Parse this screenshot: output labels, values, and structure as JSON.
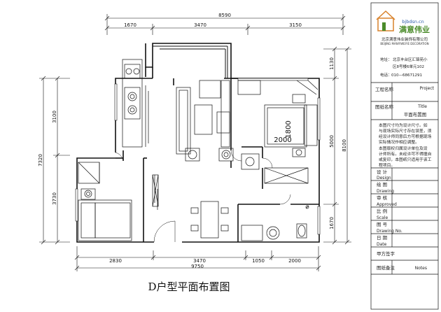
{
  "drawing": {
    "caption": "D户型平面布置图",
    "dimensions": {
      "top_total": "8590",
      "top_segments": [
        "1670",
        "3470",
        "3150"
      ],
      "bottom_total": "9750",
      "bottom_segments": [
        "2830",
        "3470",
        "1050",
        "2000"
      ],
      "left_total": "7320",
      "left_segments": [
        "3100",
        "3730"
      ],
      "right_total": "8100",
      "right_segments": [
        "1130",
        "5000",
        "1670"
      ]
    },
    "bed_labels": {
      "length": "1800",
      "width": "2000"
    }
  },
  "title_block": {
    "logo": {
      "name": "满意伟业",
      "url": "bjbdsn.cn",
      "company": "北京满意伟业装饰有限公司",
      "company_en": "BEIJING MANYIWEIYE DECORATION"
    },
    "address_label": "地址：",
    "address_line1": "北京丰台区汇锦苑小",
    "address_line2": "区8号楼6单元102",
    "phone_label": "电话：",
    "phone": "010—68671291",
    "project_cn": "工程名称",
    "project_en": "Project",
    "title_cn": "图纸名称",
    "title_en": "Title",
    "title_value": "平面布置图",
    "notes": [
      "本图尺寸均为设计尺寸。如",
      "与现场实际尺寸存在误差，须",
      "经设计师同意后方可根据现场",
      "实际情况作相应调整。",
      "本图版权归属设计单位及设",
      "计师所有。未经许可不得擅自",
      "或复印，本图纸只适用于该工",
      "程项目。"
    ],
    "rows": [
      {
        "cn": "设  计",
        "en": "Design"
      },
      {
        "cn": "绘    图",
        "en": "Drawing"
      },
      {
        "cn": "审    核",
        "en": "Approved"
      },
      {
        "cn": "比    例",
        "en": "Scale"
      },
      {
        "cn": "图    号",
        "en": "Drawing No."
      },
      {
        "cn": "日    期",
        "en": "Date"
      }
    ],
    "client_sign": "甲方签字",
    "remarks_cn": "图纸备注",
    "remarks_en": "Notes"
  },
  "colors": {
    "line": "#111111",
    "logo_green": "#4a8b2a",
    "logo_orange": "#d9822b",
    "logo_blue": "#2a5ba8"
  }
}
